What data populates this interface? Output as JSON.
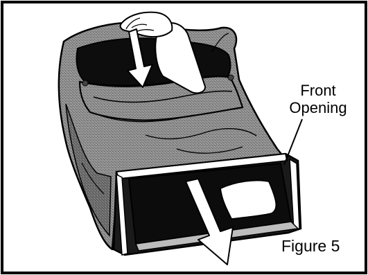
{
  "figure": {
    "label_line1": "Front",
    "label_line2": "Opening",
    "caption": "Figure 5"
  },
  "colors": {
    "bag_fill": "#8f8f8f",
    "bag_dark": "#5a5a5a",
    "opening_interior": "#0c0c0c",
    "outline": "#000000",
    "paper": "#ffffff"
  },
  "icons": [
    "hand-icon",
    "down-arrow-icon"
  ]
}
